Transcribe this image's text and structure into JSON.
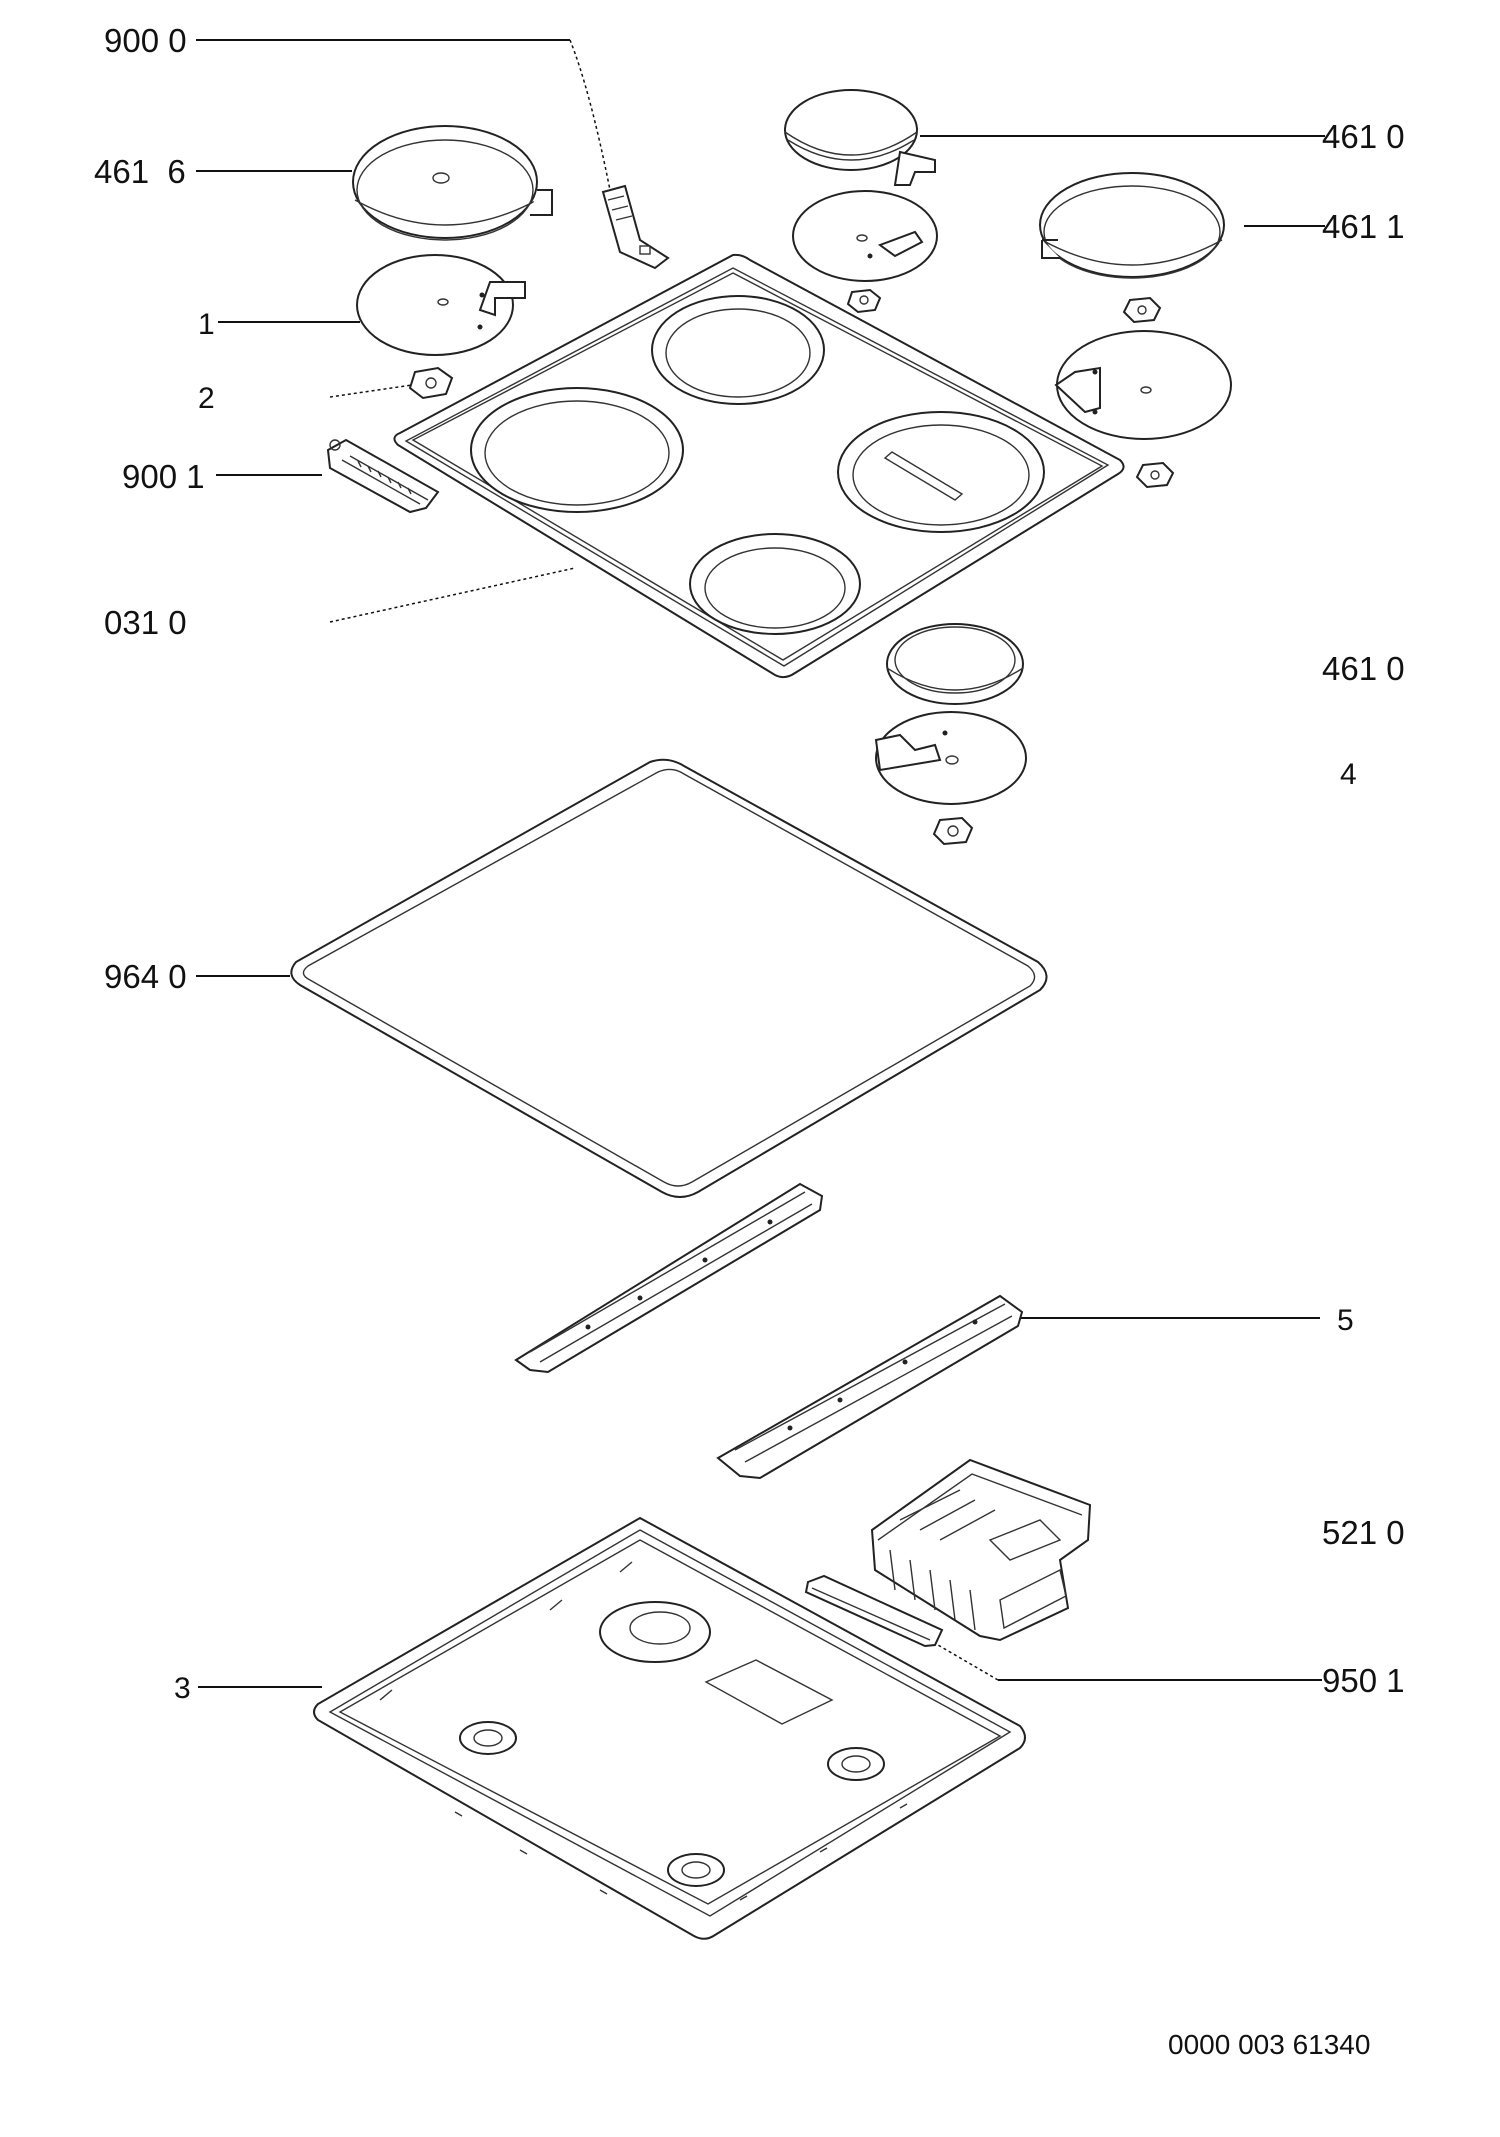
{
  "labels": {
    "l_9000": "900 0",
    "l_4616": "461  6",
    "l_1": "1",
    "l_2": "2",
    "l_9001": "900 1",
    "l_0310": "031 0",
    "l_4610_top": "461 0",
    "l_4611": "461 1",
    "l_4610_mid": "461 0",
    "l_4": "4",
    "l_9640": "964 0",
    "l_5": "5",
    "l_5210": "521 0",
    "l_9501": "950 1",
    "l_3": "3"
  },
  "drawing_number": "0000 003 61340"
}
